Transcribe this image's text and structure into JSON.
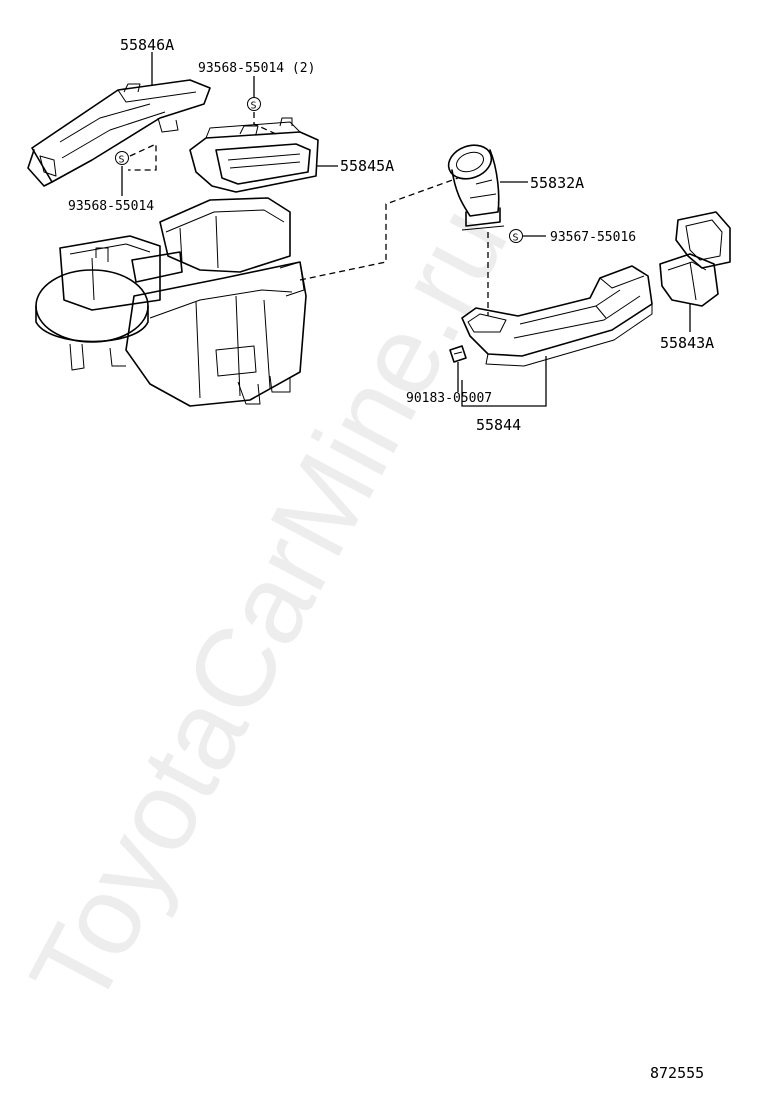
{
  "diagram": {
    "watermark": "ToyotaCarMine.ru",
    "figure_number": "872555",
    "labels": {
      "p55846A": "55846A",
      "p93568_55014_2": "93568-55014 (2)",
      "p55845A": "55845A",
      "p93568_55014": "93568-55014",
      "p55832A": "55832A",
      "p93567_55016": "93567-55016",
      "p55843A": "55843A",
      "p90183_05007": "90183-05007",
      "p55844": "55844"
    },
    "screw_symbol": "S"
  }
}
